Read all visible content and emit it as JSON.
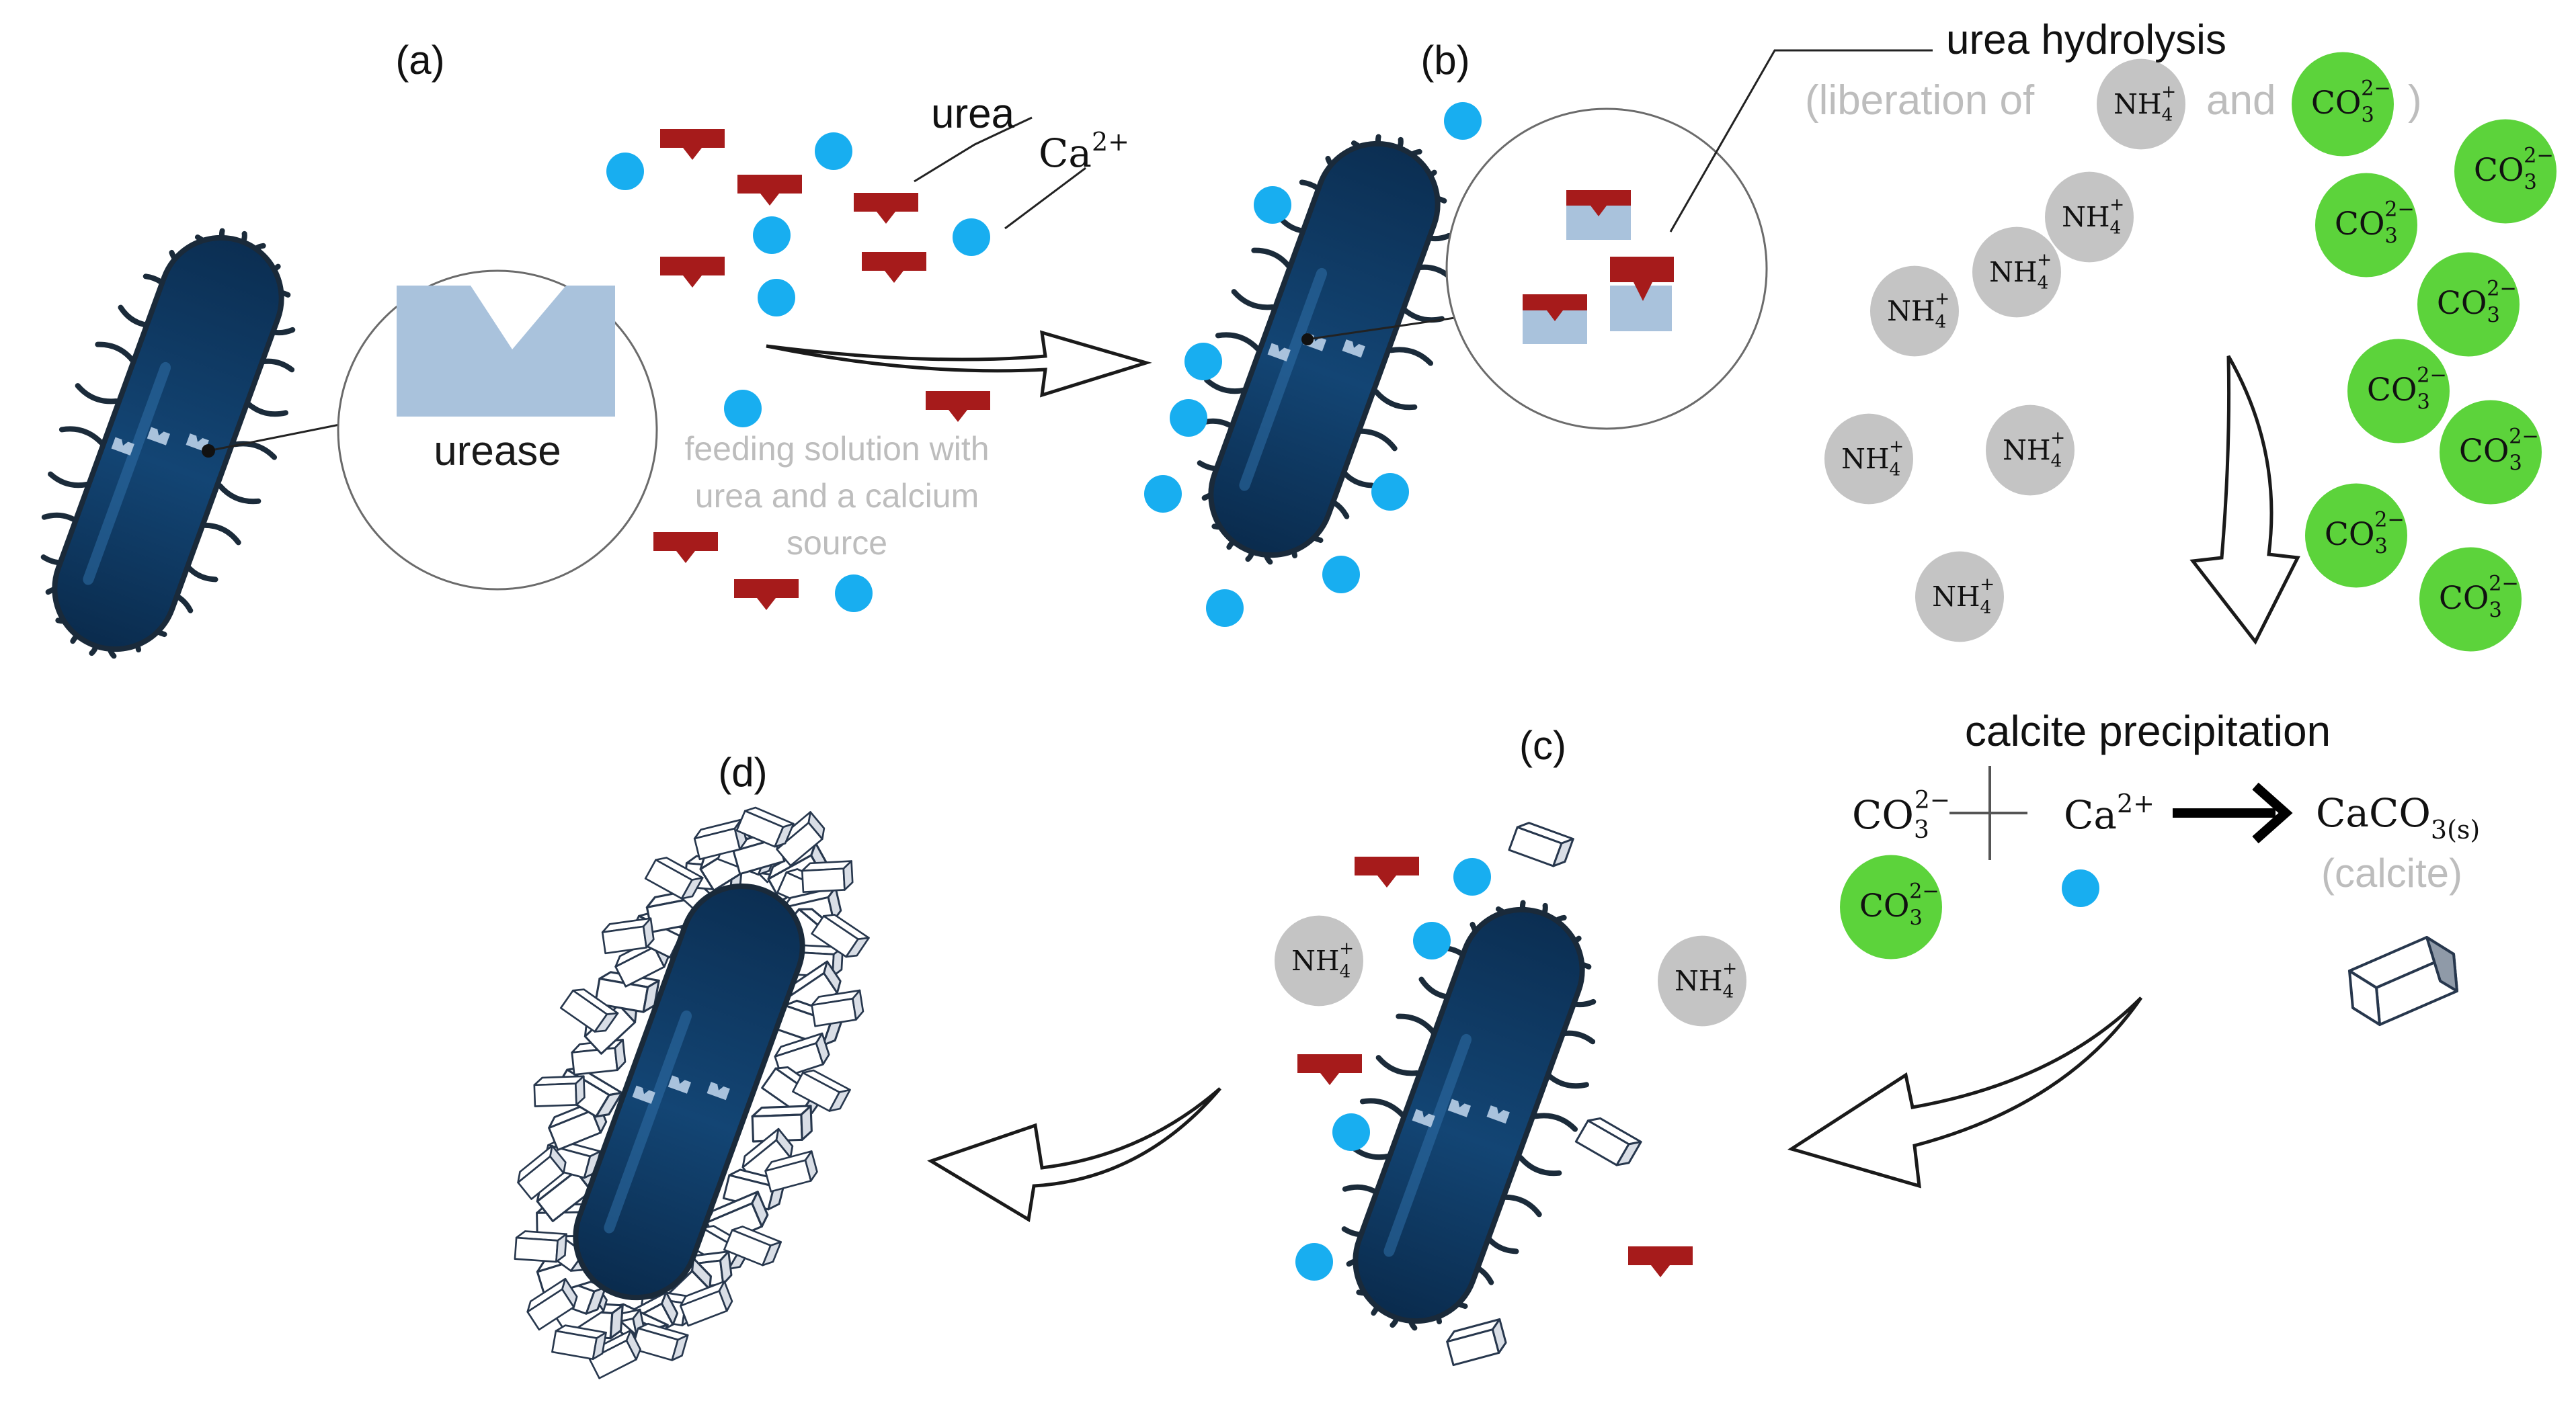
{
  "panels": {
    "a": "(a)",
    "b": "(b)",
    "c": "(c)",
    "d": "(d)"
  },
  "labels": {
    "urease": "urease",
    "urea": "urea",
    "ca_main": "Ca",
    "ca_sup": "2+",
    "feeding_line1": "feeding solution with",
    "feeding_line2": "urea and a calcium",
    "feeding_line3": "source",
    "urea_hydrolysis": "urea hydrolysis",
    "liberation_pre": "(liberation of",
    "liberation_and": "and",
    "liberation_post": ")",
    "calcite_precipitation": "calcite precipitation",
    "calcite_paren": "(calcite)"
  },
  "chemistry": {
    "nh4_base": "NH",
    "nh4_sub": "4",
    "nh4_sup": "+",
    "co3_base": "CO",
    "co3_sub": "3",
    "co3_sup": "2−",
    "ca_base": "Ca",
    "ca_sup": "2+",
    "caco3_base": "CaCO",
    "caco3_sub": "3(s)"
  },
  "colors": {
    "cell_body": "#0f3963",
    "cell_outline": "#1a2a3a",
    "cilia": "#1b2b3a",
    "urease": "#a9c2dc",
    "urea": "#a61b1b",
    "calcium": "#18aef0",
    "ammonium": "#c4c4c4",
    "carbonate": "#5cd33b",
    "grey_text": "#bdbdbd",
    "crystal_stroke": "#27374d"
  }
}
